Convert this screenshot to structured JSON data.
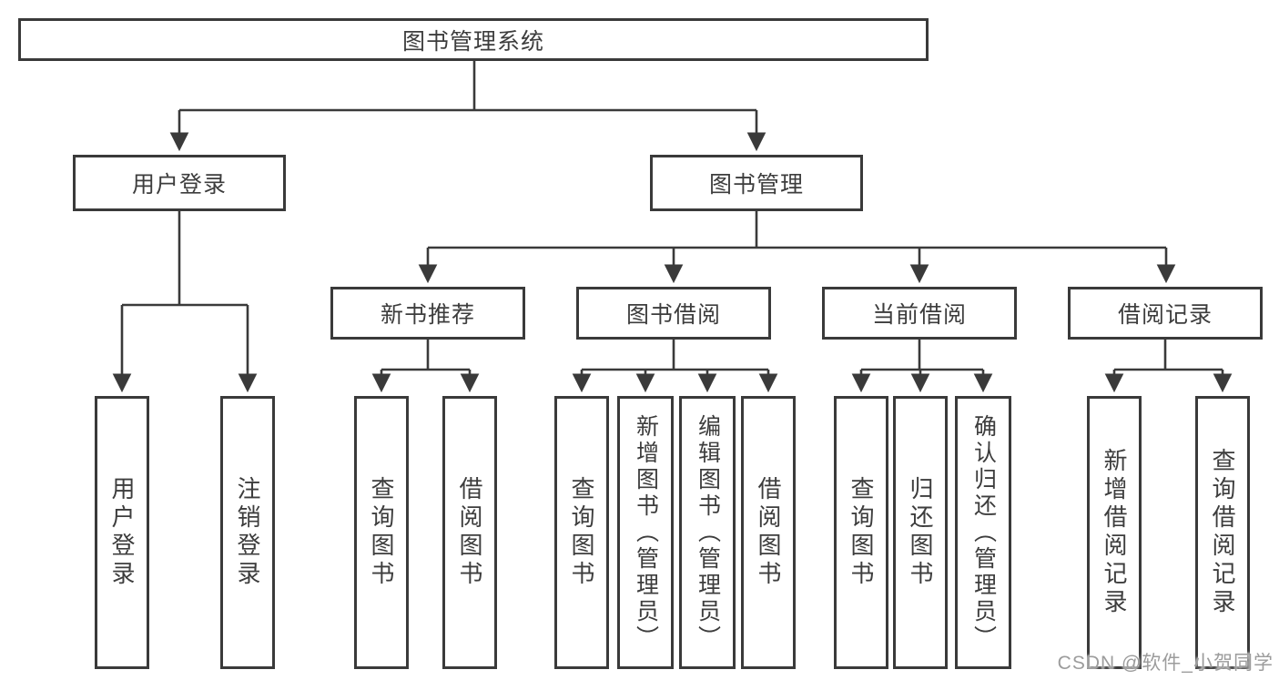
{
  "diagram_title": "图书管理系统",
  "colors": {
    "line": "#3a3a3a",
    "box_border": "#3a3a3a",
    "text": "#3d3d3d",
    "background": "#ffffff",
    "watermark": "#9c9c9c"
  },
  "tree": {
    "label": "图书管理系统",
    "children": [
      {
        "label": "用户登录",
        "children": [
          {
            "label": "用户登录"
          },
          {
            "label": "注销登录"
          }
        ]
      },
      {
        "label": "图书管理",
        "children": [
          {
            "label": "新书推荐",
            "children": [
              {
                "label": "查询图书"
              },
              {
                "label": "借阅图书"
              }
            ]
          },
          {
            "label": "图书借阅",
            "children": [
              {
                "label": "查询图书"
              },
              {
                "label": "新增图书（管理员）"
              },
              {
                "label": "编辑图书（管理员）"
              },
              {
                "label": "借阅图书"
              }
            ]
          },
          {
            "label": "当前借阅",
            "children": [
              {
                "label": "查询图书"
              },
              {
                "label": "归还图书"
              },
              {
                "label": "确认归还（管理员）"
              }
            ]
          },
          {
            "label": "借阅记录",
            "children": [
              {
                "label": "新增借阅记录"
              },
              {
                "label": "查询借阅记录"
              }
            ]
          }
        ]
      }
    ]
  },
  "watermark": {
    "text": "CSDN @软件_小贺同学"
  }
}
